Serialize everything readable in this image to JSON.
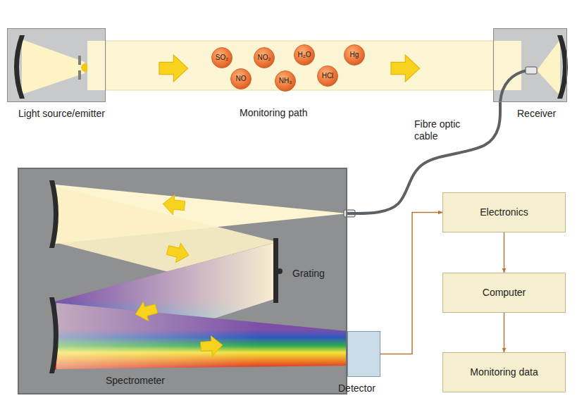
{
  "diagram": {
    "nodes": [
      {
        "text": [
          "Light source/emitter"
        ]
      },
      {
        "text": [
          "Monitoring path"
        ]
      },
      {
        "text": [
          "SO₂"
        ],
        "in": 1
      },
      {
        "text": [
          "NO₂"
        ],
        "in": 1
      },
      {
        "text": [
          "H₂O"
        ],
        "in": 1
      },
      {
        "text": [
          "Hg"
        ],
        "in": 1
      },
      {
        "text": [
          "NO"
        ],
        "in": 1
      },
      {
        "text": [
          "NH₃"
        ],
        "in": 1
      },
      {
        "text": [
          "HCl"
        ],
        "in": 1
      },
      {
        "text": [
          "Receiver"
        ]
      },
      {
        "text": [
          "Spectrometer"
        ]
      },
      {
        "text": [
          "Detector"
        ]
      },
      {
        "text": [
          "Electronics"
        ]
      },
      {
        "text": [
          "Computer"
        ]
      },
      {
        "text": [
          "Monitoring data"
        ]
      }
    ],
    "edges": [
      {
        "from": 9,
        "to": 10,
        "arrow": "none",
        "label": "Fibre optic cable"
      },
      {
        "from": 11,
        "to": 12,
        "arrow": "to"
      },
      {
        "from": 12,
        "to": 13,
        "arrow": "to"
      },
      {
        "from": 13,
        "to": 14,
        "arrow": "to"
      }
    ],
    "labels": [
      "Grating"
    ]
  }
}
